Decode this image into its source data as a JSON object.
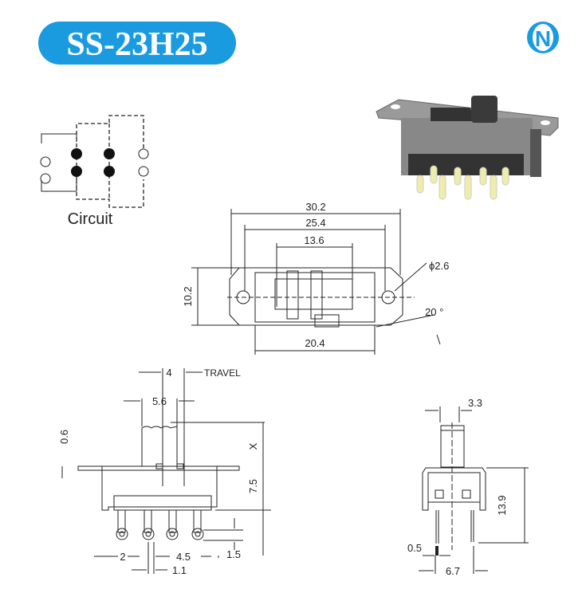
{
  "title": "SS-23H25",
  "logo_letter": "N",
  "colors": {
    "brand": "#1a9be0"
  },
  "circuit": {
    "label": "Circuit"
  },
  "top_view": {
    "overall_length": "30.2",
    "hole_spacing": "25.4",
    "slot_length": "13.6",
    "width": "10.2",
    "body_length": "20.4",
    "hole_diameter": "ϕ2.6",
    "angle": "20 °"
  },
  "side_view": {
    "travel_value": "4",
    "travel_label": "TRAVEL",
    "actuator_width": "5.6",
    "plate_thickness": "0.6",
    "actuator_height": "X",
    "body_height": "7.5",
    "eye_height": "1.5",
    "pin_width": "2",
    "pin_pitch": "4.5",
    "pin_thickness": "1.1"
  },
  "end_view": {
    "actuator_width": "3.3",
    "height": "13.9",
    "pin_thickness": "0.5",
    "pin_spacing": "6.7"
  }
}
